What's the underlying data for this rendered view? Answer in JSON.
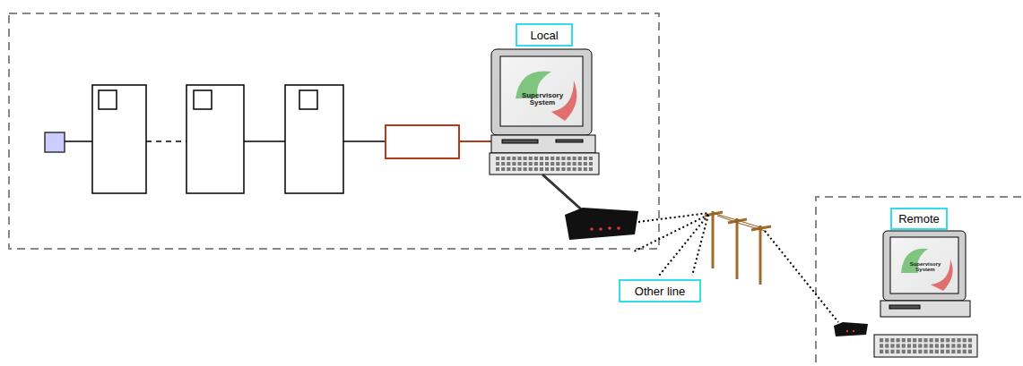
{
  "diagram": {
    "nodes": [
      {
        "text": [
          "Local"
        ]
      },
      {
        "text": [
          "Remote"
        ]
      },
      {
        "text": [
          "Other line"
        ]
      }
    ],
    "labels": [
      "Supervisory System",
      "Supervisory System"
    ]
  }
}
